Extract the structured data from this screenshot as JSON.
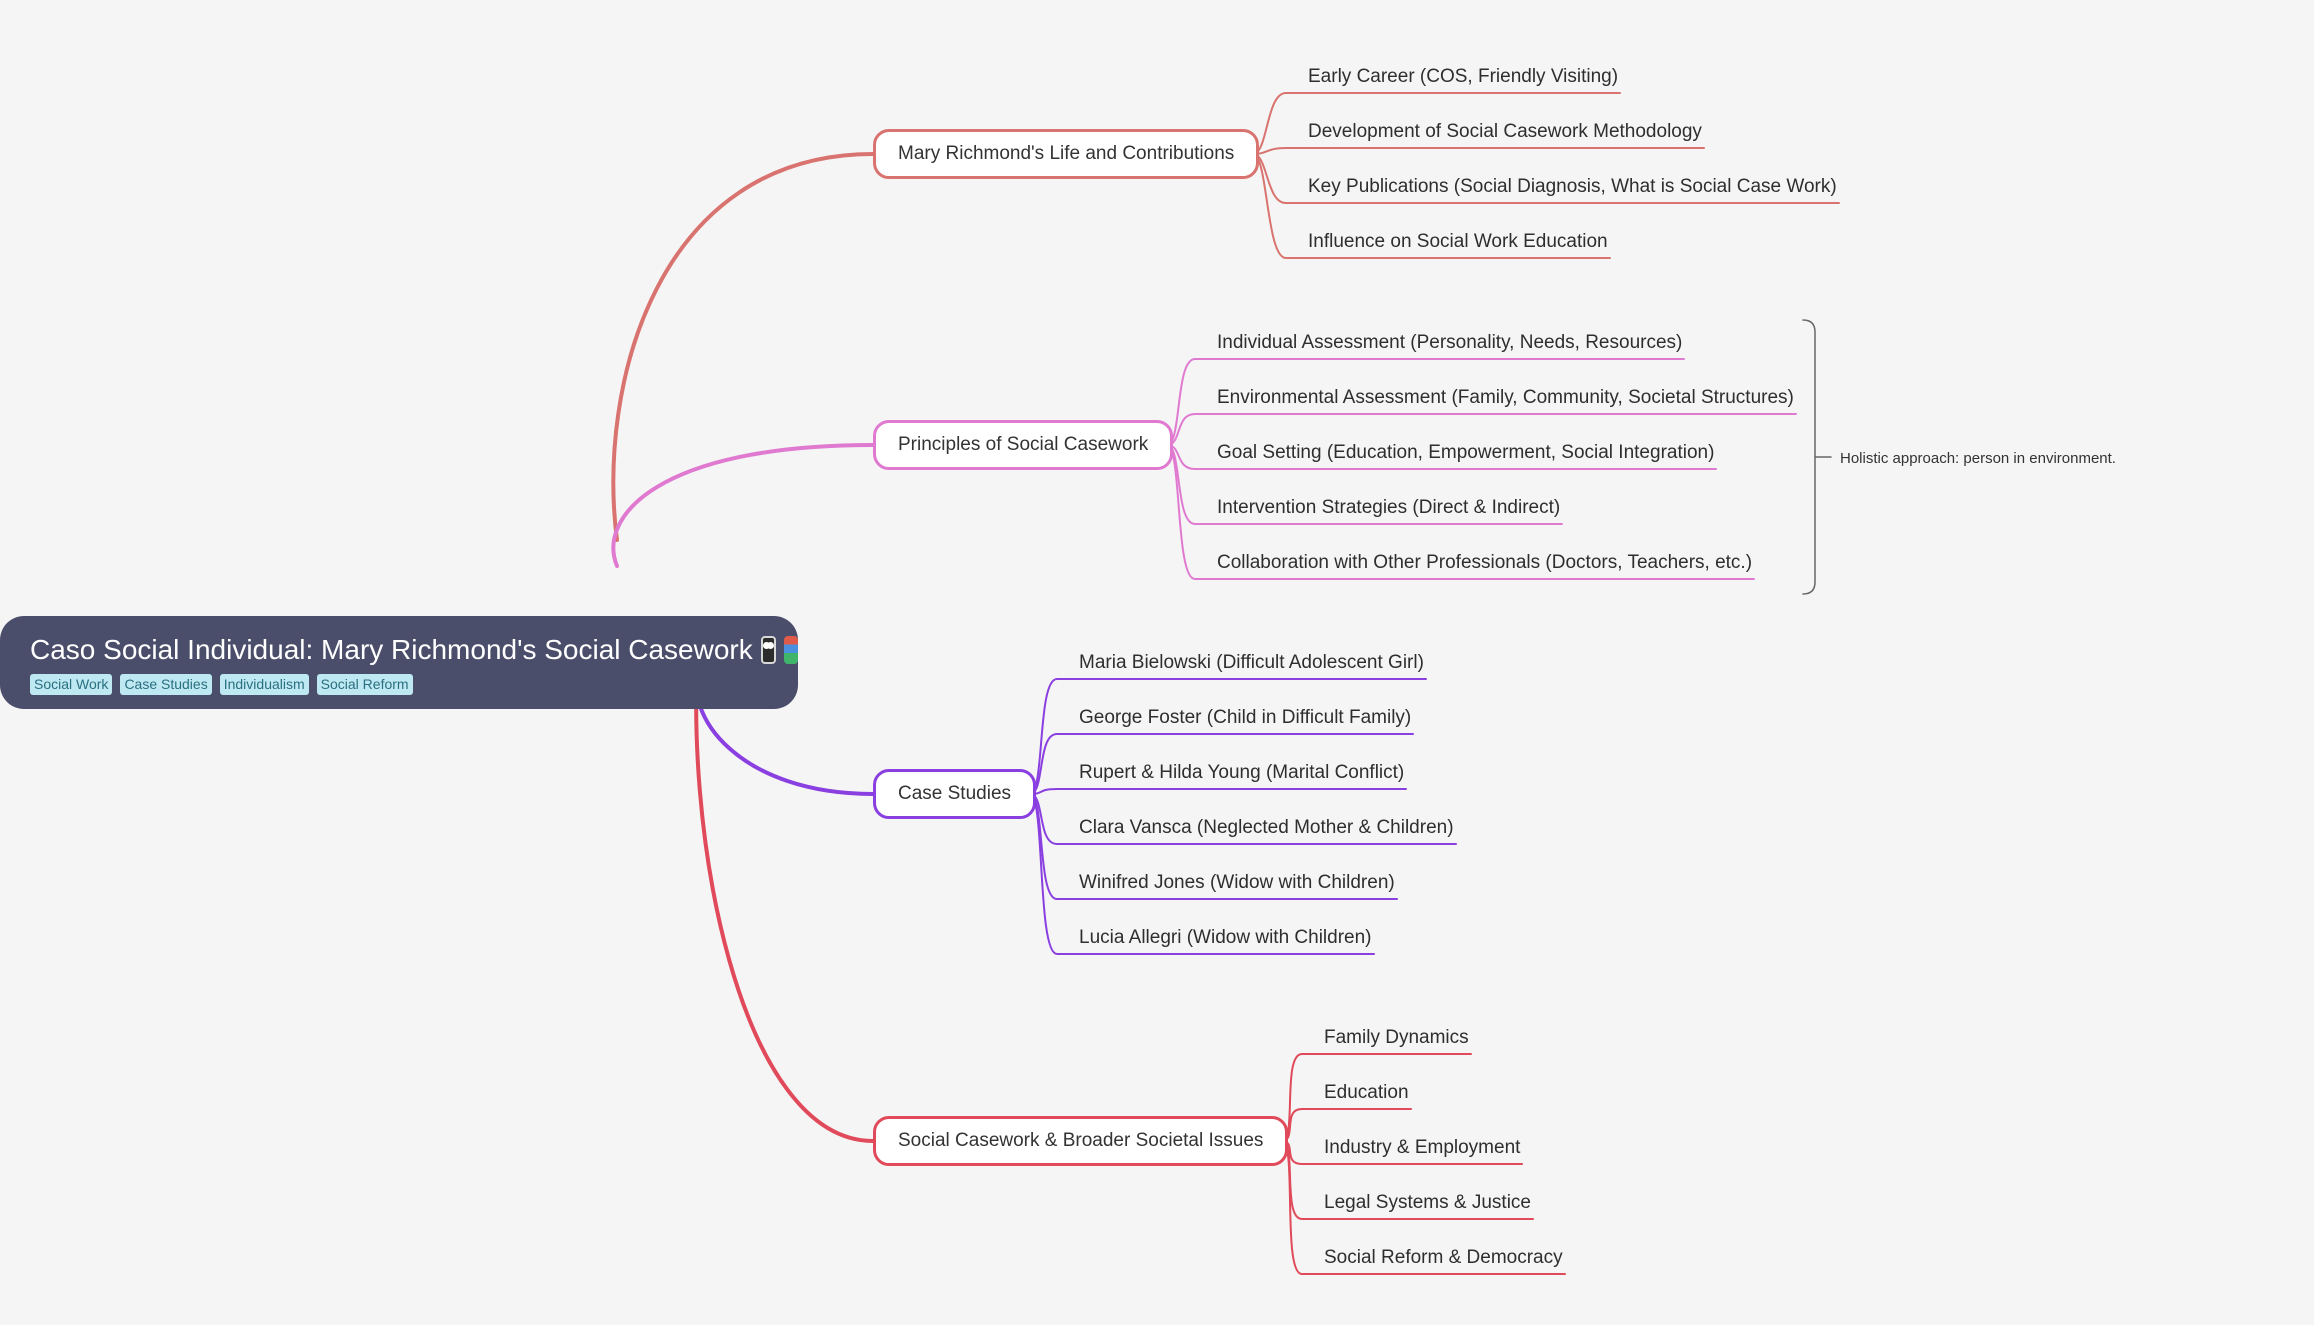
{
  "root": {
    "title": "Caso Social Individual: Mary Richmond's Social Casework",
    "icons": [
      "family-icon",
      "books-icon"
    ],
    "tags": [
      "Social Work",
      "Case Studies",
      "Individualism",
      "Social Reform"
    ]
  },
  "branches": [
    {
      "label": "Mary Richmond's Life and Contributions",
      "color": "#d9736f",
      "children": [
        "Early Career (COS, Friendly Visiting)",
        "Development of Social Casework Methodology",
        "Key Publications (Social Diagnosis, What is Social Case Work)",
        "Influence on Social Work Education"
      ]
    },
    {
      "label": "Principles of Social Casework",
      "color": "#e07ad0",
      "children": [
        "Individual Assessment (Personality, Needs, Resources)",
        "Environmental Assessment (Family, Community, Societal Structures)",
        "Goal Setting (Education, Empowerment, Social Integration)",
        "Intervention Strategies (Direct & Indirect)",
        "Collaboration with Other Professionals (Doctors, Teachers, etc.)"
      ],
      "summary": "Holistic approach: person in environment."
    },
    {
      "label": "Case Studies",
      "color": "#8a3fe0",
      "children": [
        "Maria Bielowski (Difficult Adolescent Girl)",
        "George Foster (Child in Difficult Family)",
        "Rupert & Hilda Young (Marital Conflict)",
        "Clara Vansca (Neglected Mother & Children)",
        "Winifred Jones (Widow with Children)",
        "Lucia Allegri (Widow with Children)"
      ]
    },
    {
      "label": "Social Casework & Broader Societal Issues",
      "color": "#e04a5a",
      "children": [
        "Family Dynamics",
        "Education",
        "Industry & Employment",
        "Legal Systems & Justice",
        "Social Reform & Democracy"
      ]
    }
  ]
}
